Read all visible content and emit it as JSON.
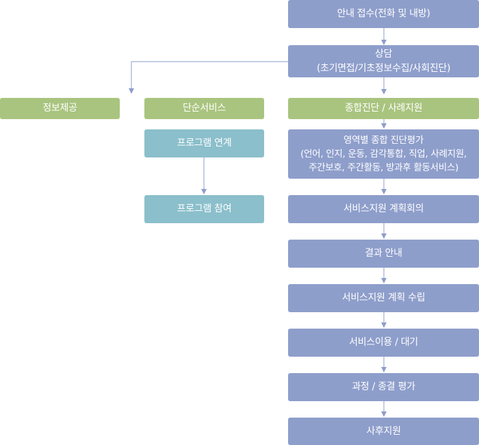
{
  "flow": {
    "intake": "안내 접수(전화 및 내방)",
    "consult": "상담\n(초기면접/기초정보수집/사회진단)",
    "info": "정보제공",
    "simple": "단순서비스",
    "diagnosis": "종합진단 / 사례지원",
    "program_link": "프로그램 연계",
    "program_join": "프로그램 참여",
    "assessment": "영역별 종합 진단평가\n(언어, 인지, 운동, 감각통합, 직업, 사례지원,\n주간보호, 주간활동, 방과후 활동서비스)",
    "meeting": "서비스지원 계획회의",
    "result": "결과 안내",
    "plan": "서비스지원 계획 수립",
    "use": "서비스이용 / 대기",
    "evaluation": "과정 / 종결 평가",
    "followup": "사후지원"
  },
  "colors": {
    "main": "#8e9ecb",
    "service": "#a9c47f",
    "program": "#8bbfcb",
    "connector": "#8e9ecb"
  }
}
